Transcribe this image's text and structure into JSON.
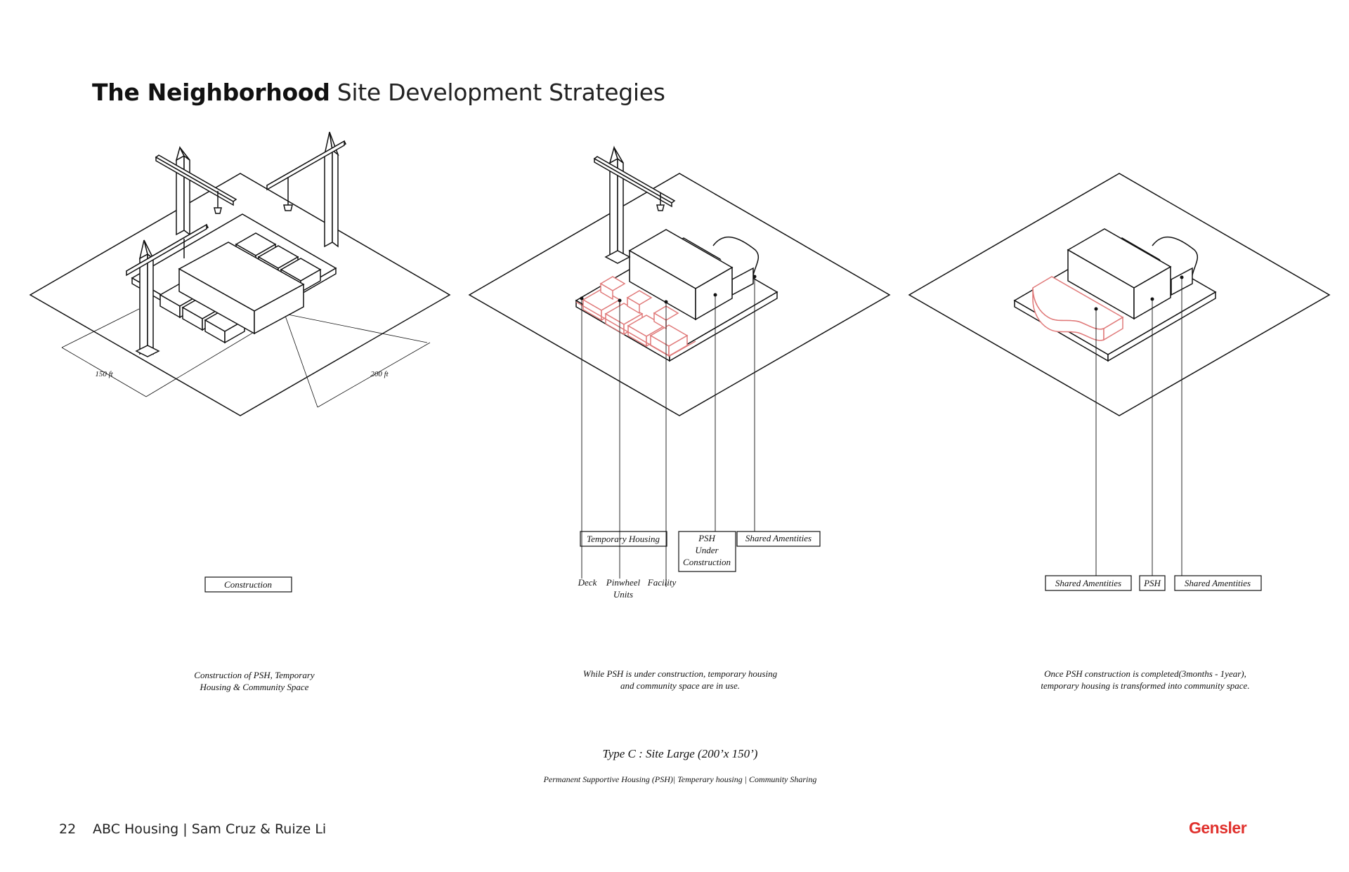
{
  "header": {
    "title_bold": "The Neighborhood",
    "title_rest": "Site Development Strategies"
  },
  "panels": [
    {
      "dims": [
        "150 ft",
        "200 ft"
      ],
      "labels": [
        "Construction"
      ],
      "caption": [
        "Construction of PSH, Temporary",
        "Housing & Community Space"
      ]
    },
    {
      "labels": [
        "Temporary Housing",
        "PSH",
        "Under",
        "Construction",
        "Shared Amentities"
      ],
      "sublabels": [
        "Deck",
        "Pinwheel",
        "Facility",
        "Units"
      ],
      "caption": [
        "While PSH is under construction, temporary housing",
        "and community space are in use."
      ]
    },
    {
      "labels": [
        "Shared Amentities",
        "PSH",
        "Shared Amentities"
      ],
      "caption": [
        "Once PSH construction is completed(3months - 1year),",
        "temporary housing is transformed into community space."
      ]
    }
  ],
  "type_label": "Type C : Site Large (200’x 150’)",
  "subtitle": "Permanent Supportive Housing (PSH)| Temperary housing | Community Sharing",
  "footer": {
    "page_number": "22",
    "project": "ABC Housing | Sam Cruz & Ruize Li",
    "brand": "Gensler"
  },
  "colors": {
    "accent": "#e0312d",
    "line": "#111111",
    "temp_housing": "#e07a7a"
  }
}
